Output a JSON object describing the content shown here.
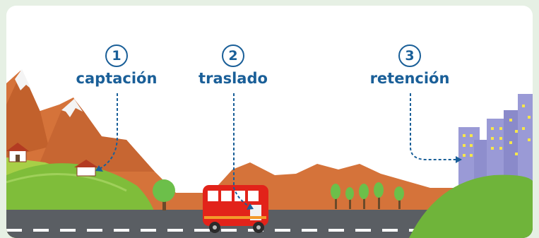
{
  "steps": [
    {
      "number": "1",
      "label": "captación"
    },
    {
      "number": "2",
      "label": "traslado"
    },
    {
      "number": "3",
      "label": "retención"
    }
  ],
  "colors": {
    "accent": "#1a5f98",
    "mountain": "#d5733a",
    "hill_green": "#82c43a",
    "bus": "#e2231a",
    "road": "#5a5e63",
    "city": "#9a9ad6"
  }
}
